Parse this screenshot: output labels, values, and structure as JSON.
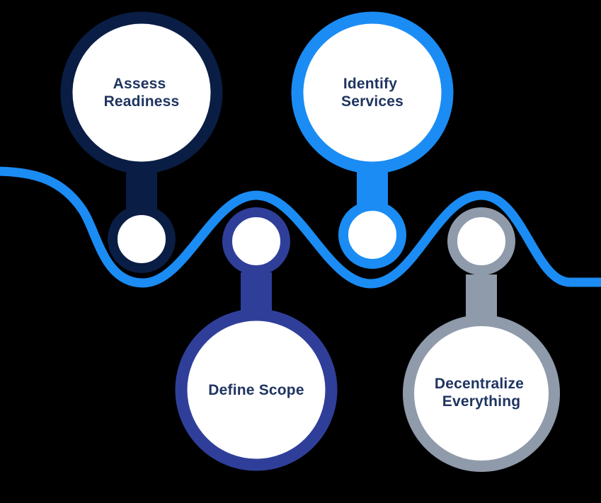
{
  "background_color": "#000000",
  "text_color": "#1F3460",
  "wave": {
    "color": "#1B8CF4"
  },
  "steps": [
    {
      "label": "Assess Readiness",
      "label_line1": "Assess",
      "label_line2": "Readiness",
      "color": "#0A1D44"
    },
    {
      "label": "Identify Services",
      "label_line1": "Identify",
      "label_line2": "Services",
      "color": "#1B8CF4"
    },
    {
      "label": "Define Scope",
      "label_line1": "Define Scope",
      "color": "#2F3F99"
    },
    {
      "label": "Decentralize Everything",
      "label_line1": "Decentralize",
      "label_line2": "Everything",
      "color": "#8F9AAB"
    }
  ]
}
